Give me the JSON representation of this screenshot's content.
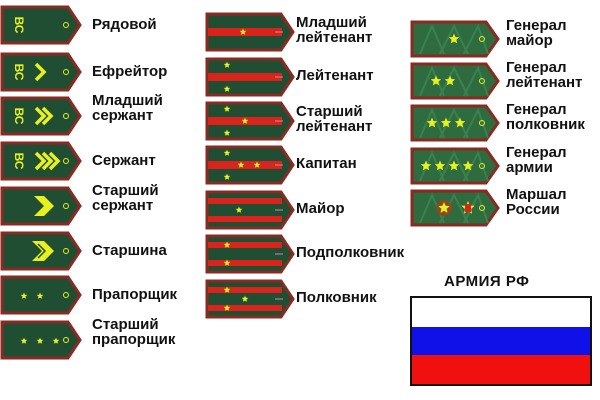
{
  "colors": {
    "board_green": "#1f4e32",
    "board_green_light": "#2f6a44",
    "border_red": "#8a2a22",
    "stripe_red": "#d8241c",
    "insignia_yellow": "#e8f020",
    "flag_white": "#ffffff",
    "flag_blue": "#1010e8",
    "flag_red": "#f01010"
  },
  "columns": {
    "soldiers": [
      {
        "label": "Рядовой",
        "letters": "ВС",
        "chevrons": 0,
        "stars": 0
      },
      {
        "label": "Ефрейтор",
        "letters": "ВС",
        "chevrons": 1,
        "stars": 0
      },
      {
        "label": "Младший\nсержант",
        "letters": "ВС",
        "chevrons": 2,
        "stars": 0
      },
      {
        "label": "Сержант",
        "letters": "ВС",
        "chevrons": 3,
        "stars": 0
      },
      {
        "label": "Старший\nсержант",
        "letters": "",
        "chevrons": "wide",
        "stars": 0
      },
      {
        "label": "Старшина",
        "letters": "",
        "chevrons": "wide-open",
        "stars": 0
      },
      {
        "label": "Прапорщик",
        "letters": "",
        "chevrons": 0,
        "stars": 2
      },
      {
        "label": "Старший\nпрапорщик",
        "letters": "",
        "chevrons": 0,
        "stars": 3
      }
    ],
    "officers": [
      {
        "label": "Младший\nлейтенант",
        "stripes": 1,
        "stars": 1
      },
      {
        "label": "Лейтенант",
        "stripes": 1,
        "stars": 2
      },
      {
        "label": "Старший\nлейтенант",
        "stripes": 1,
        "stars": 3
      },
      {
        "label": "Капитан",
        "stripes": 1,
        "stars": 4
      },
      {
        "label": "Майор",
        "stripes": 2,
        "stars": 1
      },
      {
        "label": "Подполковник",
        "stripes": 2,
        "stars": 2
      },
      {
        "label": "Полковник",
        "stripes": 2,
        "stars": 3
      }
    ],
    "generals": [
      {
        "label": "Генерал\nмайор",
        "stars": 1
      },
      {
        "label": "Генерал\nлейтенант",
        "stars": 2
      },
      {
        "label": "Генерал\nполковник",
        "stars": 3
      },
      {
        "label": "Генерал\nармии",
        "stars": 4
      },
      {
        "label": "Маршал\nРоссии",
        "stars": "marshal"
      }
    ]
  },
  "flag": {
    "title": "АРМИЯ  РФ"
  }
}
